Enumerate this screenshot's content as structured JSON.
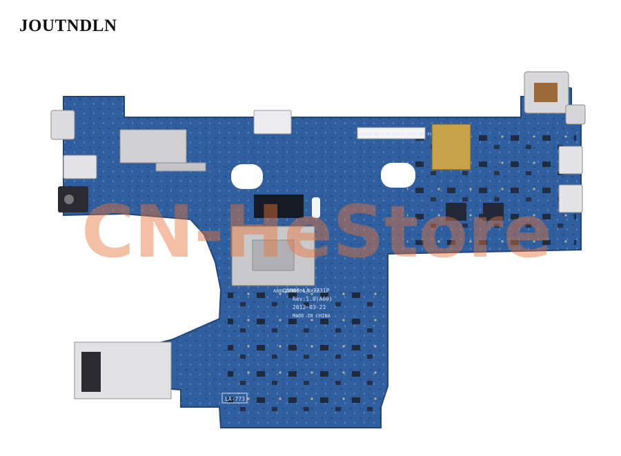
{
  "brand": {
    "name": "JOUTNDLN"
  },
  "board": {
    "code_line": "QAM00 LA-7731P",
    "rev_line": "Rev:1.0(A00)",
    "date_line": "2012-03-21",
    "origin_line": "MADE IN CHINA",
    "heatsink_label": "A80L2000096_Stee",
    "corner_label": "LA-773",
    "barcode_text": "02SR3N 94V-0 CN-0DSCJ3 78742 2BF 0101",
    "colors": {
      "pcb": "#2f5f9e",
      "pcb_dark": "#254f8a",
      "metal": "#c9c9cc",
      "connector": "#e6e6e6"
    }
  },
  "watermark": {
    "text": "CN-HeStore",
    "colors": [
      "#e8743a",
      "#f0b247"
    ]
  }
}
